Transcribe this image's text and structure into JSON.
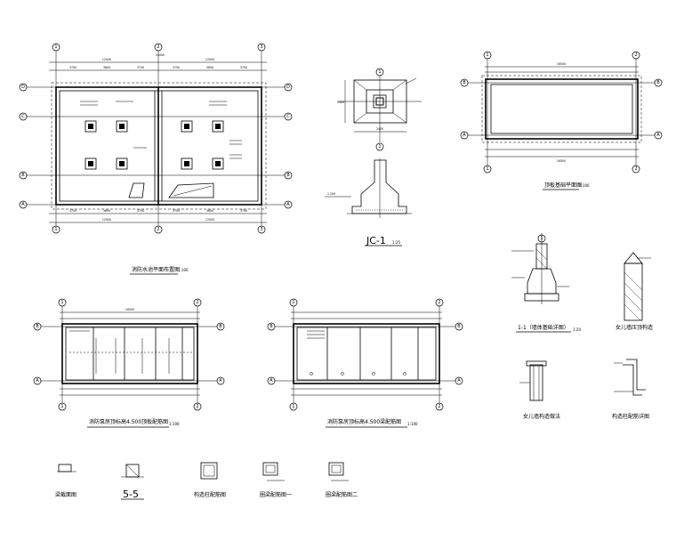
{
  "views": {
    "foundation_plan": {
      "title": "消防水池平面布置图",
      "scale": "1:100"
    },
    "jc1": {
      "title": "JC-1",
      "scale": "1:25"
    },
    "wall_foundation_plan": {
      "title": "顶板基础平面图",
      "scale": "1:100"
    },
    "roof_slab_plan": {
      "title": "消防泵房顶标高4.500顶板配筋图",
      "scale": "1:100"
    },
    "roof_beam_plan": {
      "title": "消防泵房顶标高4.500梁配筋图",
      "scale": "1:100"
    },
    "wall_section": {
      "title": "1-1（墙体基础详图）",
      "scale": "1:20"
    },
    "parapet_top": {
      "title": "女儿墙压顶构造"
    },
    "parapet_section": {
      "title": "女儿墙构造做法"
    },
    "column_detail": {
      "title": "构造柱配筋详图"
    },
    "beam_section": {
      "title": "梁截面图"
    },
    "section_55": {
      "title": "5-5"
    },
    "column_section": {
      "title": "构造柱配筋图"
    },
    "ring_beam_1": {
      "title": "圈梁配筋图一"
    },
    "ring_beam_2": {
      "title": "圈梁配筋图二"
    }
  },
  "axis_labels": {
    "plan_left": [
      "D",
      "C",
      "B",
      "A"
    ],
    "plan_top": [
      "1",
      "2",
      "3"
    ],
    "small_top": [
      "1",
      "2"
    ],
    "small_left": [
      "B",
      "A"
    ]
  }
}
